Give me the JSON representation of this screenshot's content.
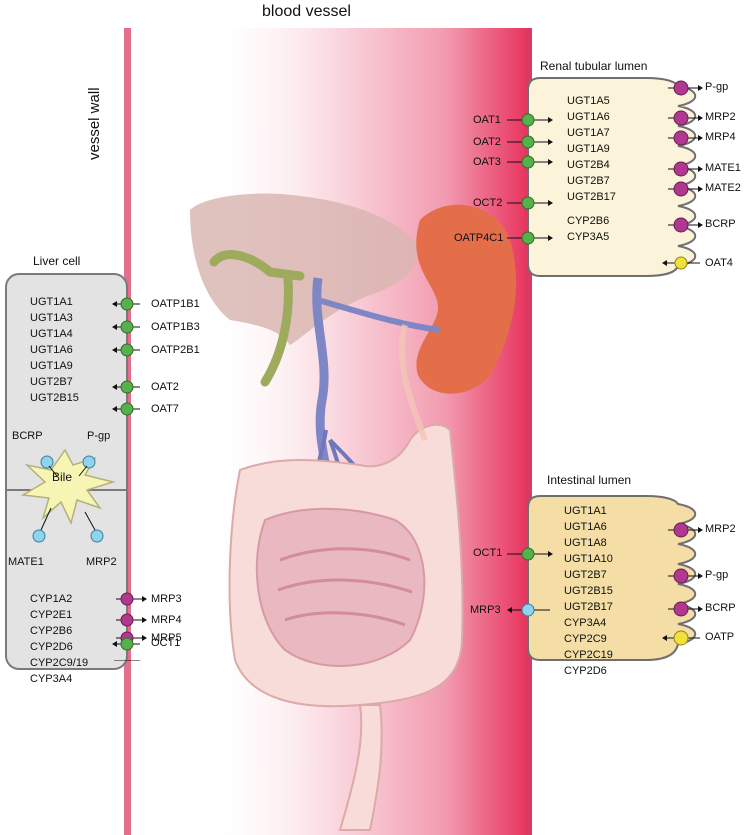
{
  "title": "blood vessel",
  "wall_label": "vessel wall",
  "liver": {
    "title": "Liver cell",
    "enzymes_top": [
      "UGT1A1",
      "UGT1A3",
      "UGT1A4",
      "UGT1A6",
      "UGT1A9",
      "UGT2B7",
      "UGT2B15"
    ],
    "enzymes_bottom": [
      "CYP1A2",
      "CYP2E1",
      "CYP2B6",
      "CYP2D6",
      "CYP2C9/19",
      "CYP3A4"
    ],
    "bile_label": "Bile",
    "bile_transporters": [
      "BCRP",
      "P-gp",
      "MATE1",
      "MRP2"
    ],
    "uptake_transporters": [
      "OATP1B1",
      "OATP1B3",
      "OATP2B1",
      "OAT2",
      "OAT7",
      "OCT1"
    ],
    "efflux_transporters": [
      "MRP3",
      "MRP4",
      "MRP5"
    ]
  },
  "renal": {
    "title": "Renal tubular lumen",
    "enzymes": [
      "UGT1A5",
      "UGT1A6",
      "UGT1A7",
      "UGT1A9",
      "UGT2B4",
      "UGT2B7",
      "UGT2B17",
      "CYP2B6",
      "CYP3A5"
    ],
    "basolateral_transporters": [
      "OAT1",
      "OAT2",
      "OAT3",
      "OCT2",
      "OATP4C1"
    ],
    "apical_transporters": [
      "P-gp",
      "MRP2",
      "MRP4",
      "MATE1",
      "MATE2",
      "BCRP",
      "OAT4"
    ]
  },
  "intestine": {
    "title": "Intestinal lumen",
    "enzymes": [
      "UGT1A1",
      "UGT1A6",
      "UGT1A8",
      "UGT1A10",
      "UGT2B7",
      "UGT2B15",
      "UGT2B17",
      "CYP3A4",
      "CYP2C9",
      "CYP2C19",
      "CYP2D6"
    ],
    "basolateral_transporters": [
      "OCT1",
      "MRP3"
    ],
    "apical_transporters": [
      "MRP2",
      "P-gp",
      "BCRP",
      "OATP"
    ]
  },
  "colors": {
    "vessel_wall": "#e36f8d",
    "gradient_pink": "#e8355f",
    "cell_gray": "#e3e3e3",
    "renal_fill": "#fbf3da",
    "intestinal_fill": "#f4dea6",
    "transporter_green": "#56b04c",
    "transporter_magenta": "#b0388f",
    "transporter_cyan": "#8fd4ef",
    "transporter_yellow": "#f2e13a",
    "bile_yellow": "#f6f5b4"
  }
}
